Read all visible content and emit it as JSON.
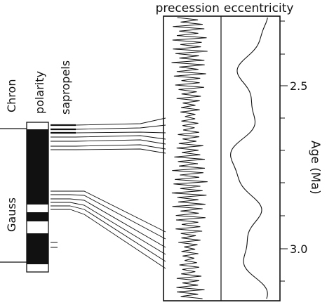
{
  "column_headers": {
    "chron": "Chron",
    "polarity": "polarity",
    "sapropels": "sapropels",
    "precession": "precession",
    "eccentricity": "eccentricity"
  },
  "chron_label": "Gauss",
  "axis": {
    "title": "Age (Ma)",
    "ticks": [
      "2.5",
      "3.0"
    ],
    "tick_values": [
      2.5,
      3.0
    ]
  },
  "colors": {
    "ink": "#111111",
    "background": "#ffffff"
  }
}
